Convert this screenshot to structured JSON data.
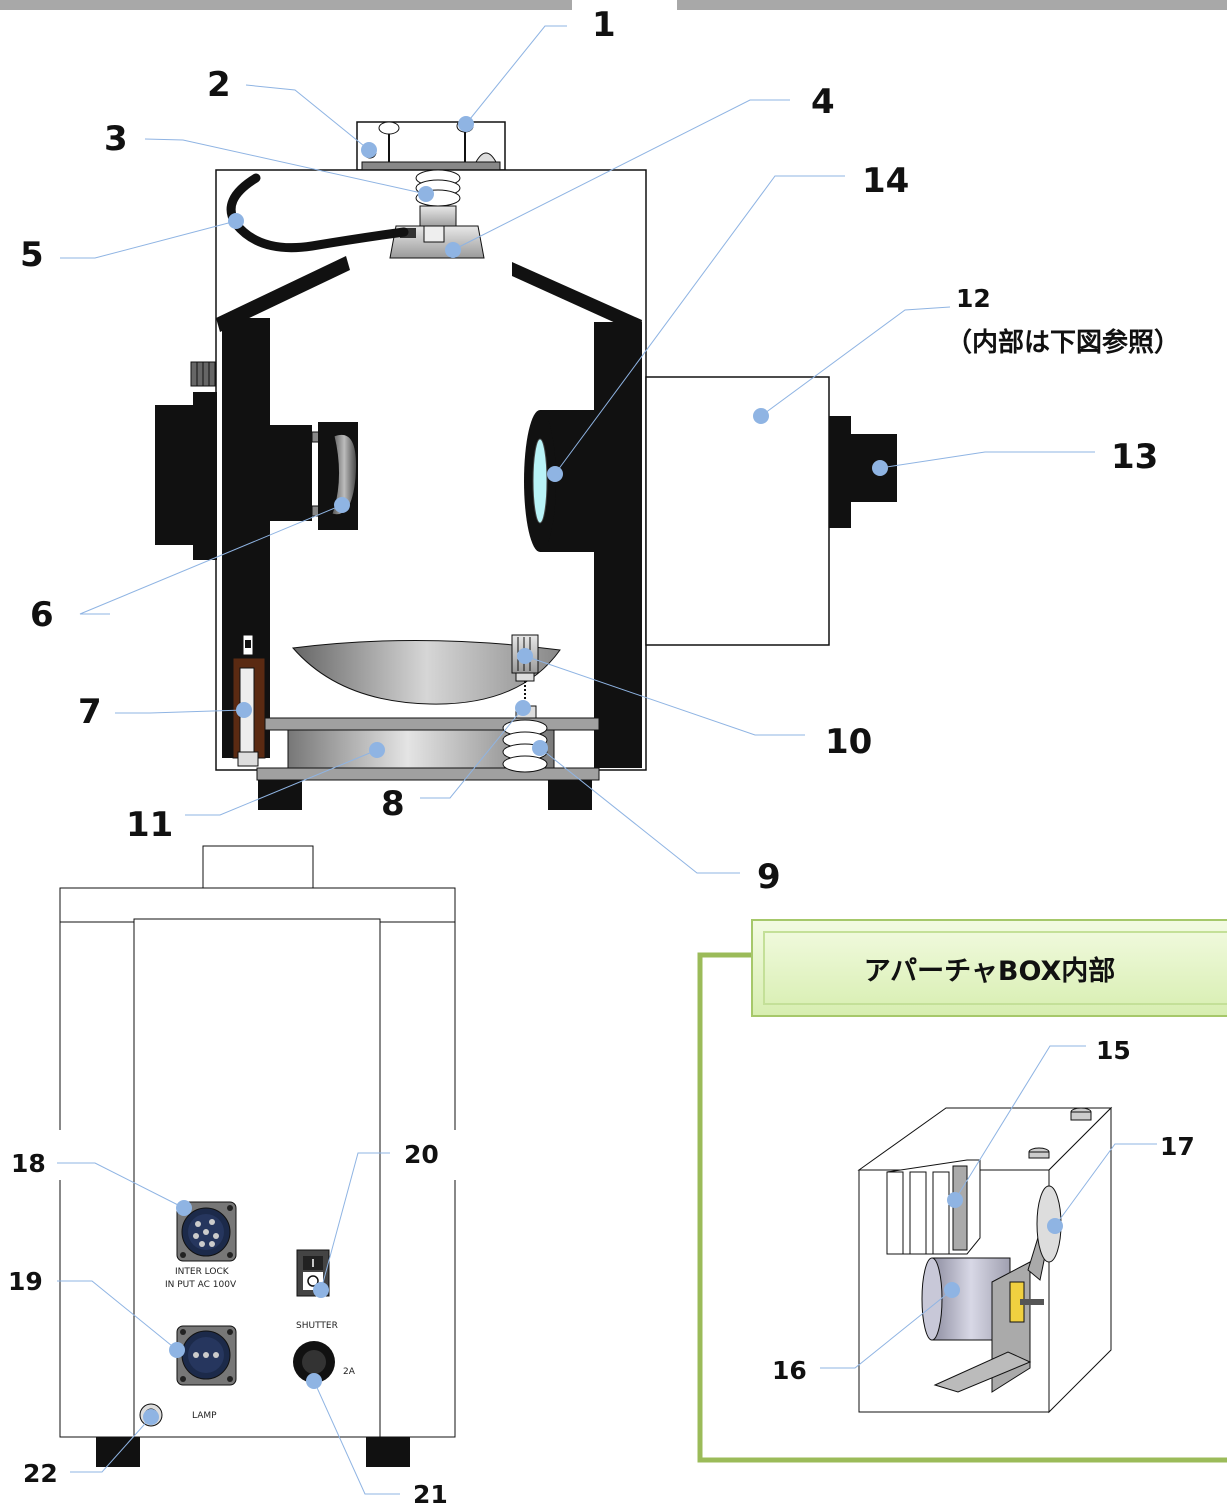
{
  "callouts": {
    "c1": "1",
    "c2": "2",
    "c3": "3",
    "c4": "4",
    "c5": "5",
    "c6": "6",
    "c7": "7",
    "c8": "8",
    "c9": "9",
    "c10": "10",
    "c11": "11",
    "c12": "12",
    "c13": "13",
    "c14": "14",
    "c15": "15",
    "c16": "16",
    "c17": "17",
    "c18": "18",
    "c19": "19",
    "c20": "20",
    "c21": "21",
    "c22": "22"
  },
  "note_12": "（内部は下図参照）",
  "rear_panel": {
    "interlock_label_line1": "INTER LOCK",
    "interlock_label_line2": "IN  PUT  AC  100V",
    "shutter_label": "SHUTTER",
    "fuse_label": "2A",
    "lamp_label": "LAMP"
  },
  "aperture_box": {
    "title": "アパーチャBOX内部"
  },
  "colors": {
    "leader_line": "#8fb4e3",
    "callout_dot": "#8fb4e3",
    "banner_fill": "#e6f5c4",
    "panel_border": "#9bbb59",
    "lens_cyan": "#b9f3f7"
  }
}
